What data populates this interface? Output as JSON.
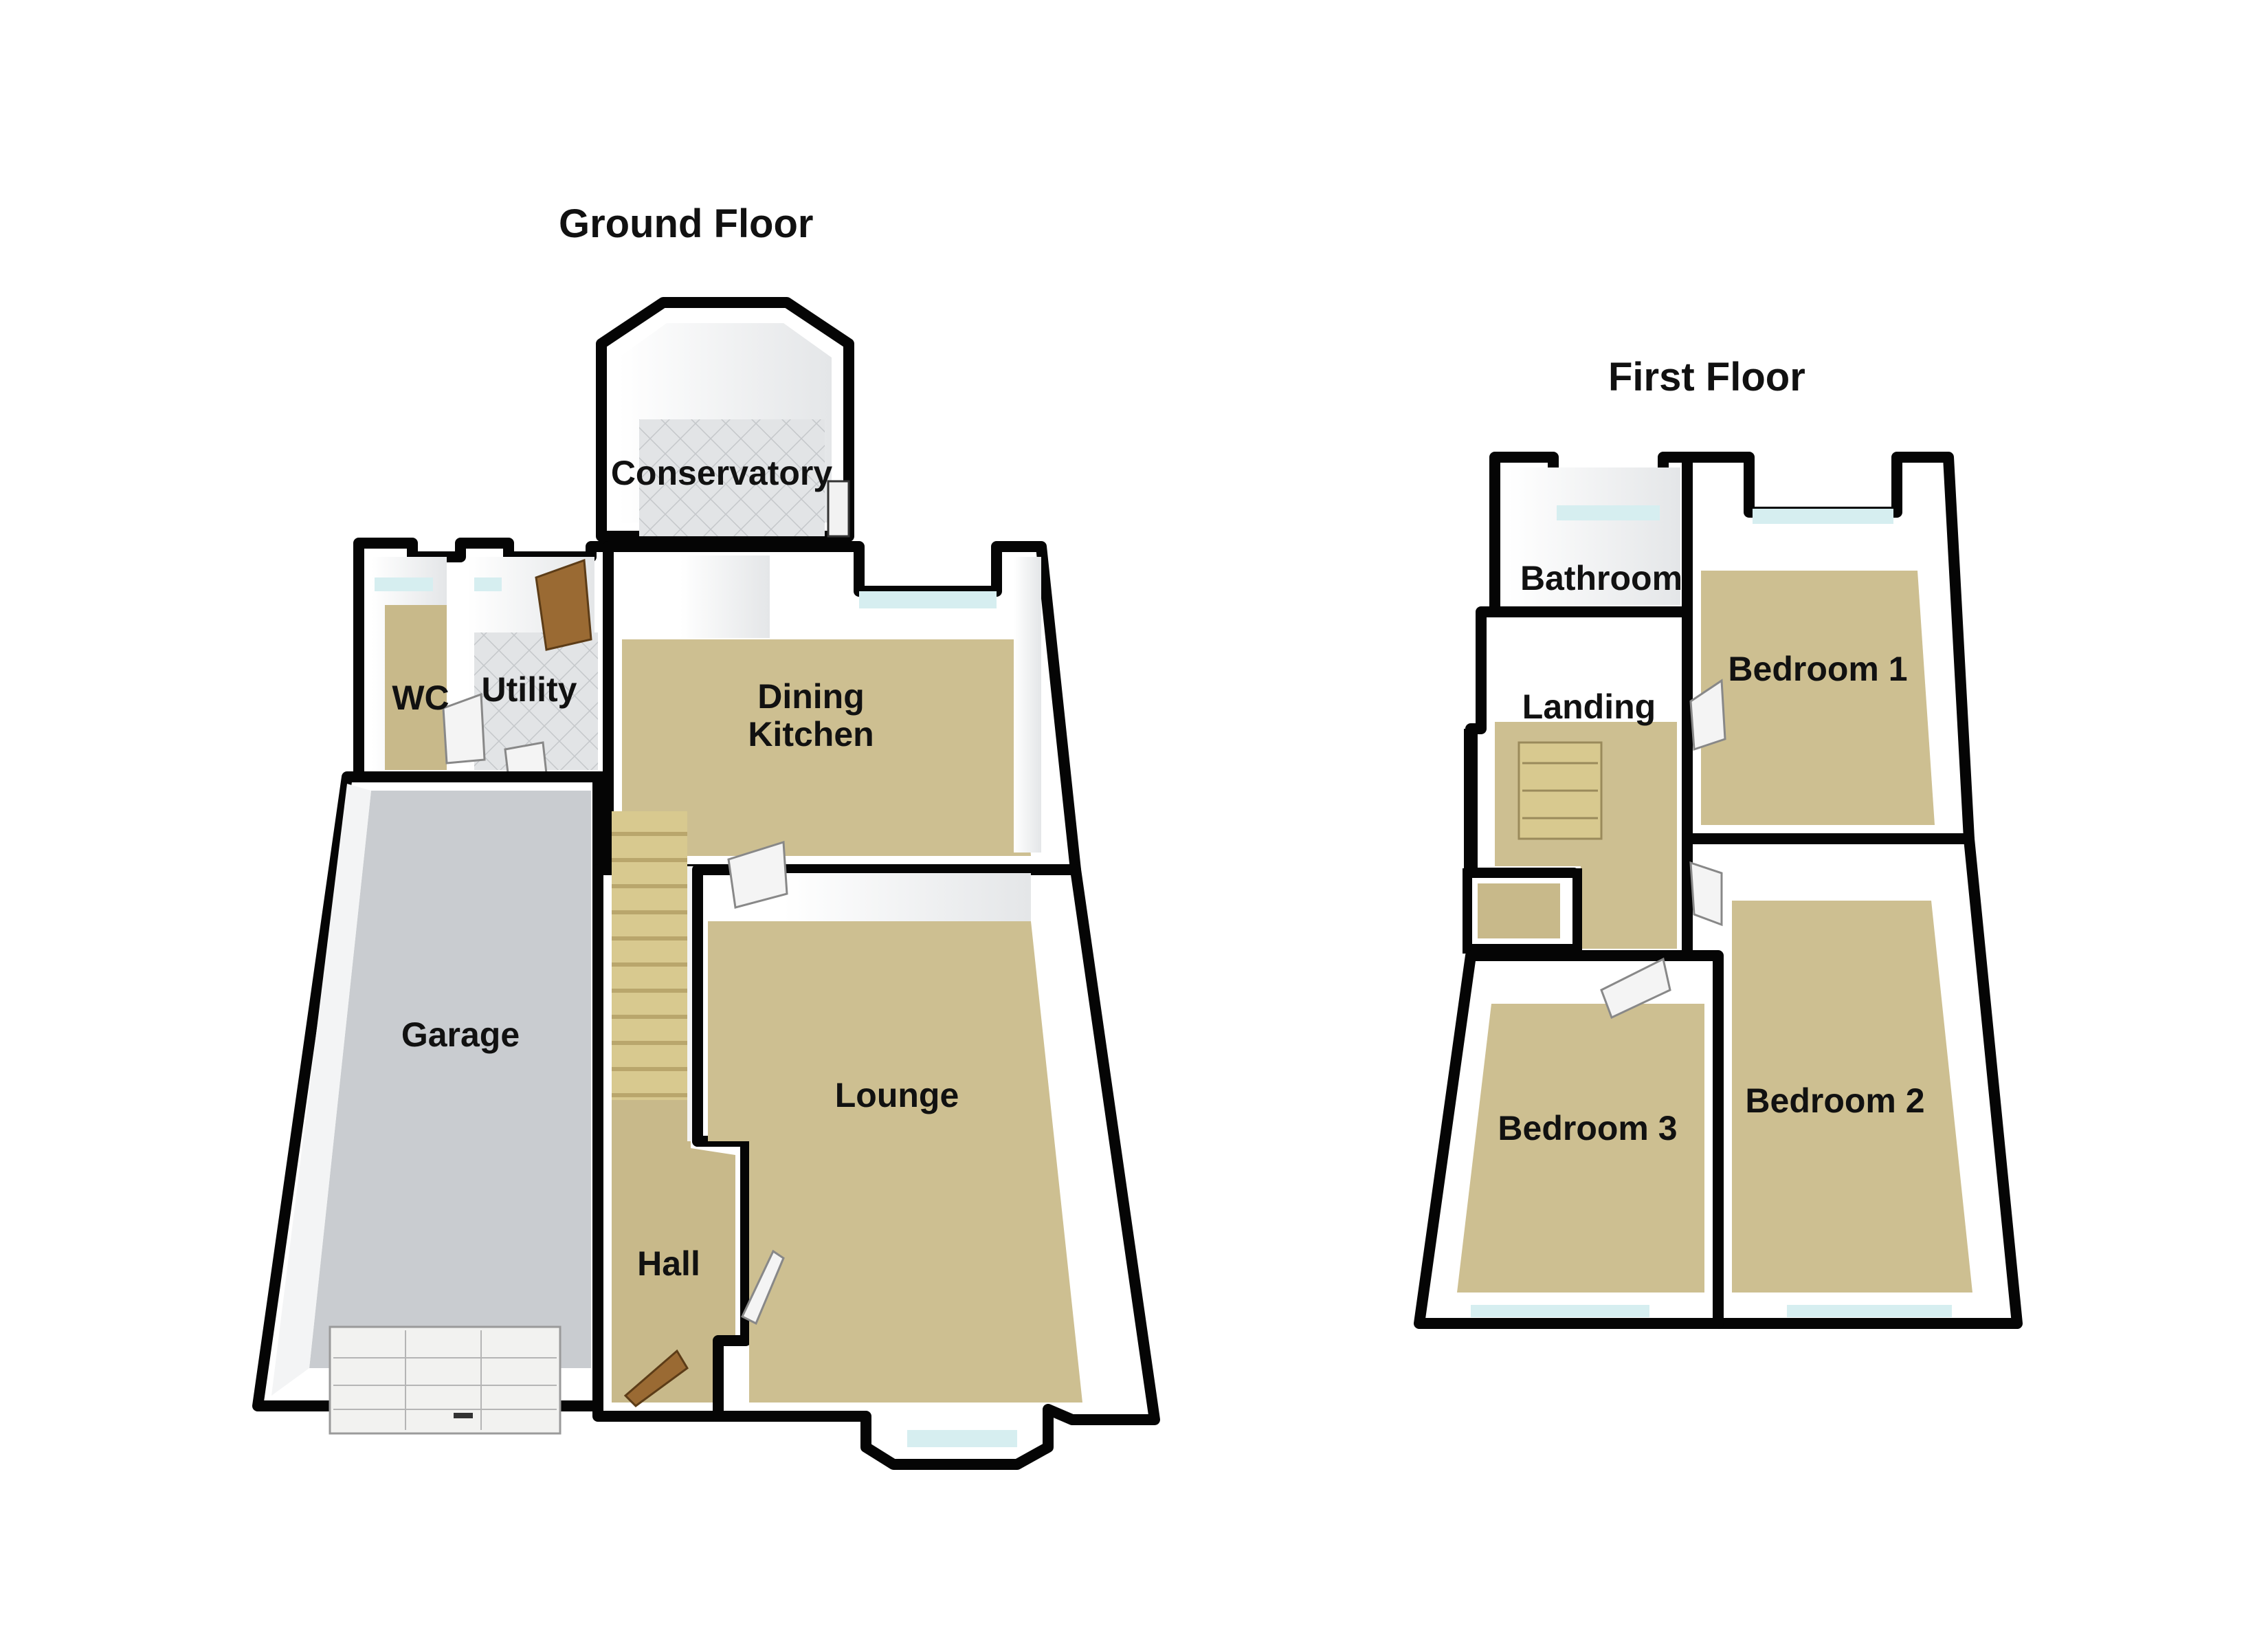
{
  "floors": [
    {
      "title": "Ground Floor",
      "rooms": [
        {
          "id": "conservatory",
          "name": "Conservatory"
        },
        {
          "id": "wc",
          "name": "WC"
        },
        {
          "id": "utility",
          "name": "Utility"
        },
        {
          "id": "dining-kitchen",
          "name": "Dining",
          "name_line2": "Kitchen"
        },
        {
          "id": "garage",
          "name": "Garage"
        },
        {
          "id": "lounge",
          "name": "Lounge"
        },
        {
          "id": "hall",
          "name": "Hall"
        }
      ]
    },
    {
      "title": "First Floor",
      "rooms": [
        {
          "id": "bathroom",
          "name": "Bathroom"
        },
        {
          "id": "landing",
          "name": "Landing"
        },
        {
          "id": "bedroom-1",
          "name": "Bedroom 1"
        },
        {
          "id": "bedroom-2",
          "name": "Bedroom 2"
        },
        {
          "id": "bedroom-3",
          "name": "Bedroom 3"
        }
      ]
    }
  ],
  "colors": {
    "carpet": "#cdbf91",
    "tile": "#dfe1e3",
    "garage_floor": "#c9ccd0",
    "wall": "#050505",
    "inner_wall": "#f7f8f8",
    "window": "#d6eef0",
    "door": "#9a6a33",
    "stairs": "#d8c98f"
  }
}
